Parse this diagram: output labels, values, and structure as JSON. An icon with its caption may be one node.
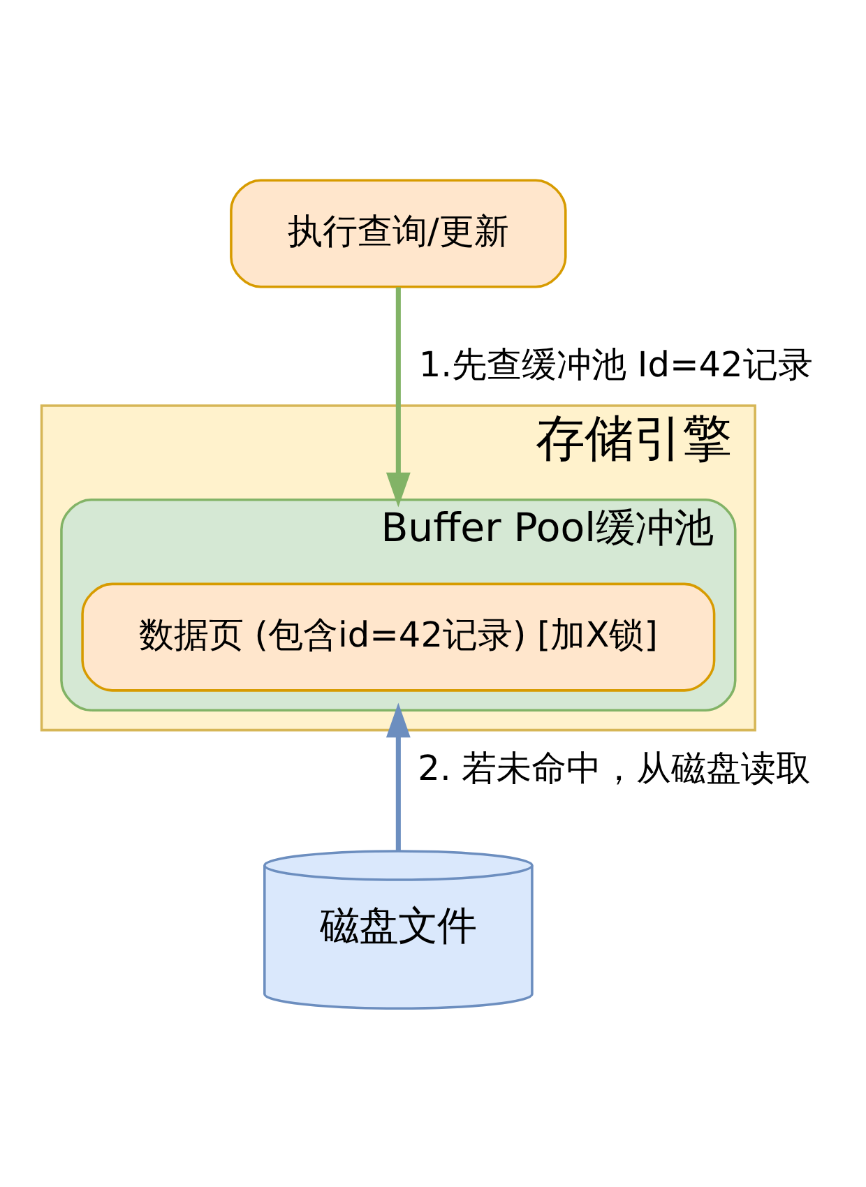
{
  "diagram": {
    "nodes": [
      {
        "text": [
          "执行查询/更新"
        ]
      },
      {
        "text": [
          "存储引擎"
        ]
      },
      {
        "text": [
          "Buffer Pool缓冲池"
        ],
        "in": 1
      },
      {
        "text": [
          "数据页 (包含id=42记录) [加X锁]"
        ],
        "in": 2
      },
      {
        "text": [
          "磁盘文件"
        ]
      }
    ],
    "edges": [
      {
        "from": 0,
        "to": 2,
        "arrow": "to",
        "label": "1.先查缓冲池 Id=42记录",
        "color": "#82b366"
      },
      {
        "from": 4,
        "to": 2,
        "arrow": "to",
        "label": "2. 若未命中，从磁盘读取",
        "color": "#6c8ebf"
      }
    ]
  }
}
